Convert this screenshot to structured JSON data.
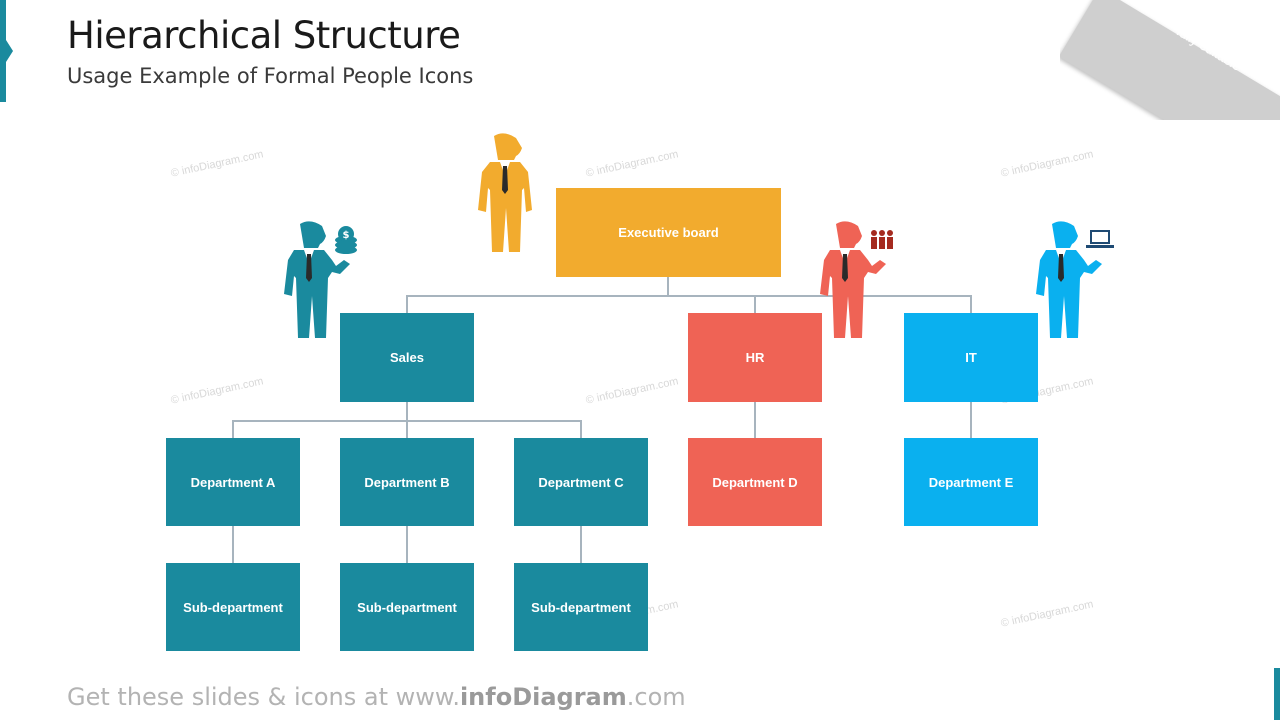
{
  "header": {
    "title": "Hierarchical Structure",
    "subtitle": "Usage Example of Formal People Icons"
  },
  "ribbon": {
    "line1": "Usage",
    "line2": "example",
    "line3": "fully editable"
  },
  "watermark": "© infoDiagram.com",
  "nodes": {
    "executive": "Executive board",
    "sales": "Sales",
    "hr": "HR",
    "it": "IT",
    "dept_a": "Department A",
    "dept_b": "Department B",
    "dept_c": "Department C",
    "dept_d": "Department D",
    "dept_e": "Department E",
    "sub_a": "Sub-department",
    "sub_b": "Sub-department",
    "sub_c": "Sub-department"
  },
  "footer": {
    "prefix": "Get these slides & icons at www.",
    "brand": "infoDiagram",
    "suffix": ".com"
  },
  "colors": {
    "teal": "#1a8a9e",
    "coral": "#ef6355",
    "sky": "#0ab0ef",
    "gold": "#f2ab2e",
    "connector": "#a7b4be"
  },
  "icons": [
    "businessman-gold-icon",
    "businessman-money-icon",
    "businessman-team-icon",
    "businessman-laptop-icon"
  ]
}
